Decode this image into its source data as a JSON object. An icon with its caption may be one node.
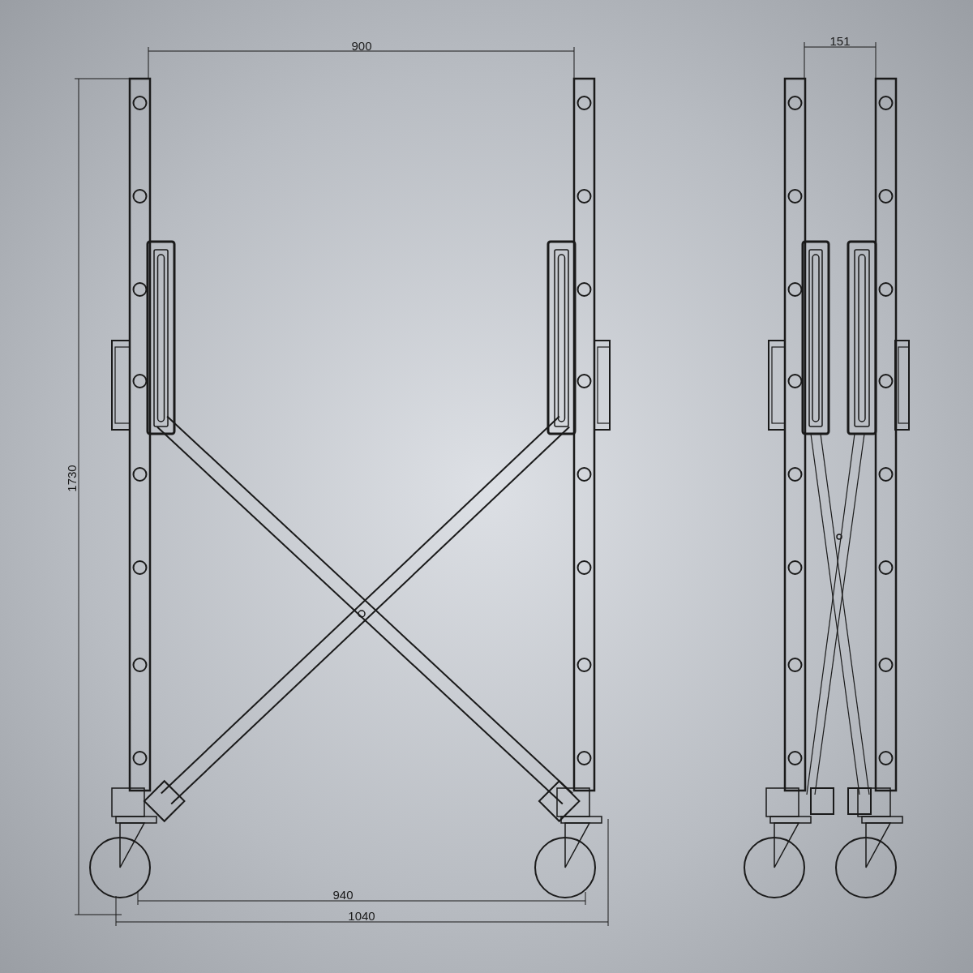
{
  "diagram": {
    "labels": [
      "900",
      "151",
      "1730",
      "940",
      "1040"
    ]
  }
}
